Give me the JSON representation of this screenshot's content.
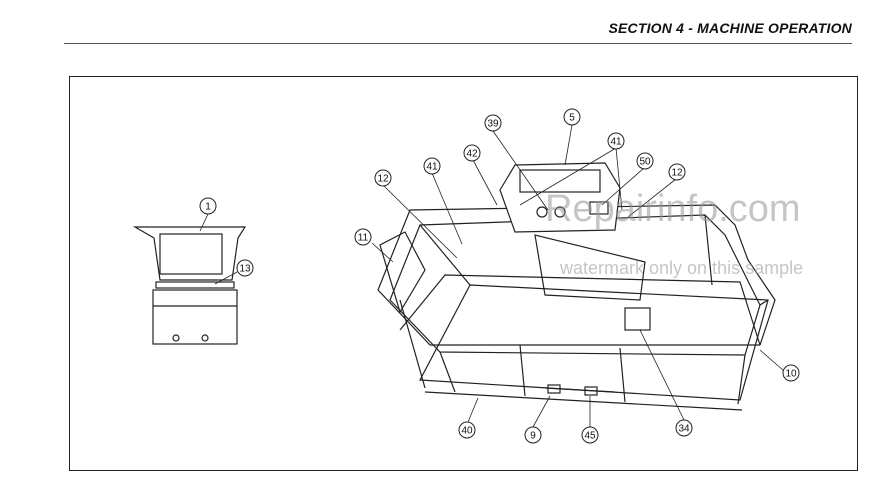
{
  "header": {
    "section_title": "SECTION 4 - MACHINE OPERATION"
  },
  "watermark": {
    "site": "Repairinfo.com",
    "note": "watermark only on this sample"
  },
  "callouts": [
    {
      "label": "1"
    },
    {
      "label": "13"
    },
    {
      "label": "39"
    },
    {
      "label": "5"
    },
    {
      "label": "41"
    },
    {
      "label": "42"
    },
    {
      "label": "41"
    },
    {
      "label": "50"
    },
    {
      "label": "12"
    },
    {
      "label": "12"
    },
    {
      "label": "11"
    },
    {
      "label": "10"
    },
    {
      "label": "40"
    },
    {
      "label": "9"
    },
    {
      "label": "45"
    },
    {
      "label": "34"
    }
  ]
}
